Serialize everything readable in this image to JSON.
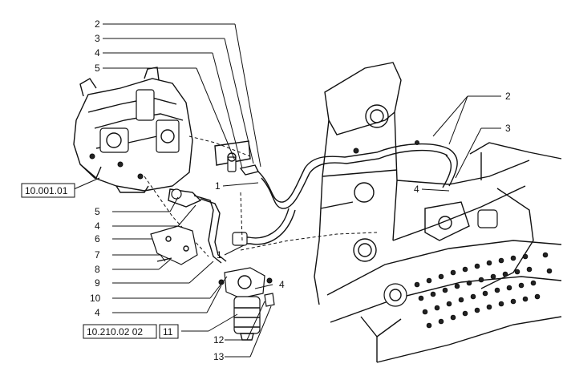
{
  "refs": {
    "engine_ref": "10.001.01",
    "filter_ref": "10.210.02 02",
    "filter_ref_item": "11"
  },
  "callouts": {
    "top_2": "2",
    "top_3": "3",
    "top_4": "4",
    "top_5": "5",
    "hose_1": "1",
    "hose_1b": "1",
    "right_2": "2",
    "right_3": "3",
    "right_4": "4",
    "left_5": "5",
    "left_4a": "4",
    "left_6": "6",
    "left_7": "7",
    "left_8": "8",
    "left_9": "9",
    "left_10": "10",
    "left_4b": "4",
    "mid_4": "4",
    "bot_12": "12",
    "bot_13": "13"
  }
}
